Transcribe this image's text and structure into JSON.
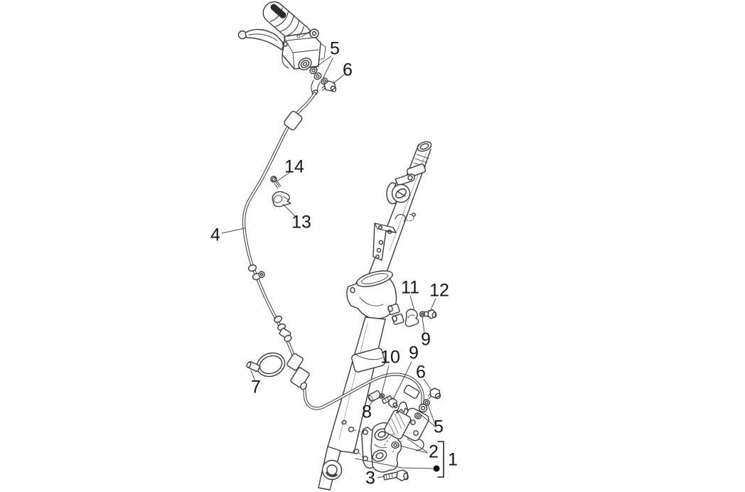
{
  "canvas": {
    "background": "#ffffff",
    "line_color": "#3a3a3a",
    "leader_color": "#4a4a4a",
    "label_color": "#161616",
    "description": "exploded-parts-line-diagram"
  },
  "callouts": {
    "c5_top": {
      "label": "5"
    },
    "c6_top": {
      "label": "6"
    },
    "c14": {
      "label": "14"
    },
    "c13": {
      "label": "13"
    },
    "c4": {
      "label": "4"
    },
    "c7": {
      "label": "7"
    },
    "c11": {
      "label": "11"
    },
    "c12": {
      "label": "12"
    },
    "c9_mid": {
      "label": "9"
    },
    "c10": {
      "label": "10"
    },
    "c9_low": {
      "label": "9"
    },
    "c6_low": {
      "label": "6"
    },
    "c8": {
      "label": "8"
    },
    "c5_low": {
      "label": "5"
    },
    "c2": {
      "label": "2"
    },
    "c1": {
      "label": "1"
    },
    "c3": {
      "label": "3"
    }
  }
}
